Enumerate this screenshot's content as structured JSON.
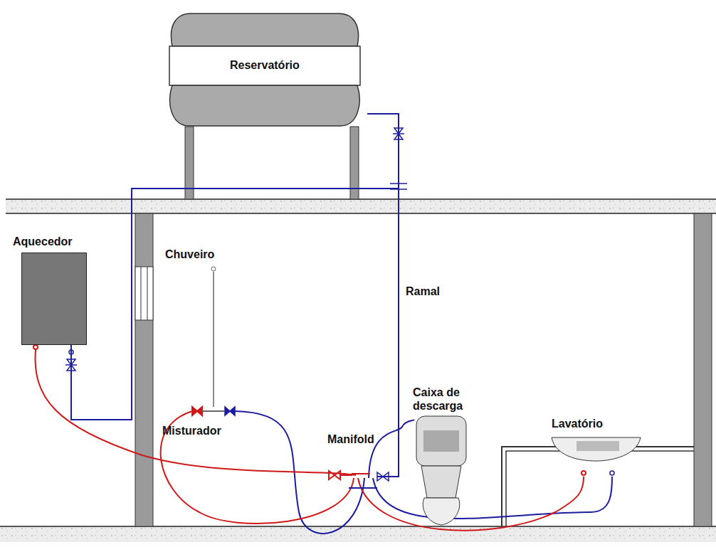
{
  "diagram": {
    "nodes": [
      {
        "text": [
          "Reservatório"
        ]
      },
      {
        "text": [
          "Aquecedor"
        ]
      }
    ],
    "edges": [
      {
        "from": 0,
        "to": 1,
        "arrow": "none"
      }
    ],
    "labels": [
      "Chuveiro",
      "Ramal",
      "Misturador",
      "Manifold",
      "Caixa de descarga",
      "Lavatório"
    ]
  }
}
